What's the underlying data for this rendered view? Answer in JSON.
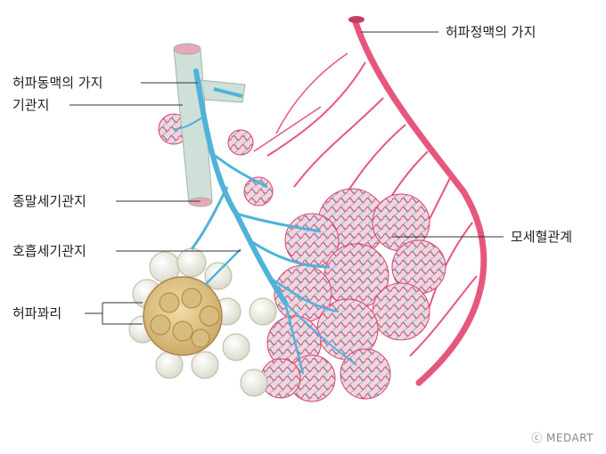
{
  "labels": {
    "pulmonary_artery_branch": "허파동맥의 가지",
    "bronchiole": "기관지",
    "terminal_bronchiole": "종말세기관지",
    "respiratory_bronchiole": "호흡세기관지",
    "alveoli": "허파꽈리",
    "pulmonary_vein_branch": "허파정맥의 가지",
    "capillary_network": "모세혈관계"
  },
  "credit": "ⓒ MEDART",
  "colors": {
    "artery": "#4fb3d9",
    "vein": "#e7577d",
    "bronchus": "#cfe0d8",
    "alveolus": "#ececdf",
    "alveolus_cut": "#dcc48f",
    "capillary_fill": "#f4c4cf"
  }
}
